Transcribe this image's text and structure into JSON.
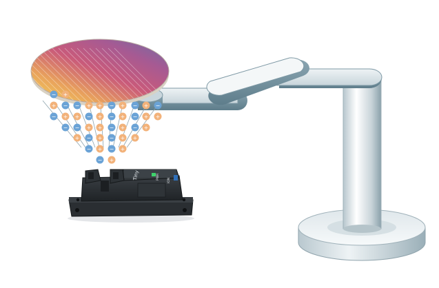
{
  "device": {
    "brand_text": "Tiny",
    "status_text": "PWR",
    "side_text": "ION"
  },
  "colors": {
    "negative_ion": "#6ba3d6",
    "positive_ion": "#f2b27a",
    "arm": "#7f9fae",
    "device_body": "#2b2f33"
  },
  "ions": {
    "negative_symbol": "−",
    "positive_symbol": "+"
  }
}
